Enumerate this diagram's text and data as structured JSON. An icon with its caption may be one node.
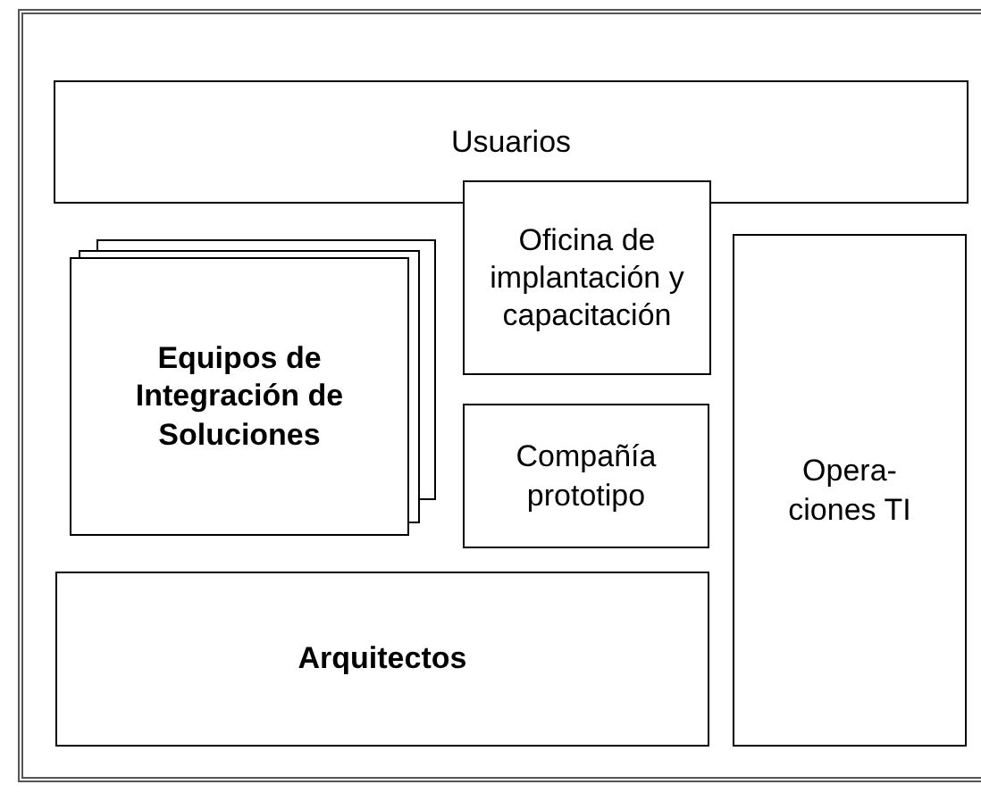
{
  "diagram": {
    "nodes": [
      {
        "text": [
          "Usuarios"
        ]
      },
      {
        "text": [
          "Oficina de implantación y capacitación"
        ]
      },
      {
        "text": [
          "Equipos de Integración de Soluciones"
        ]
      },
      {
        "text": [
          "Compañía prototipo"
        ]
      },
      {
        "text": [
          "Opera- ciones TI"
        ]
      },
      {
        "text": [
          "Arquitectos"
        ]
      }
    ]
  }
}
